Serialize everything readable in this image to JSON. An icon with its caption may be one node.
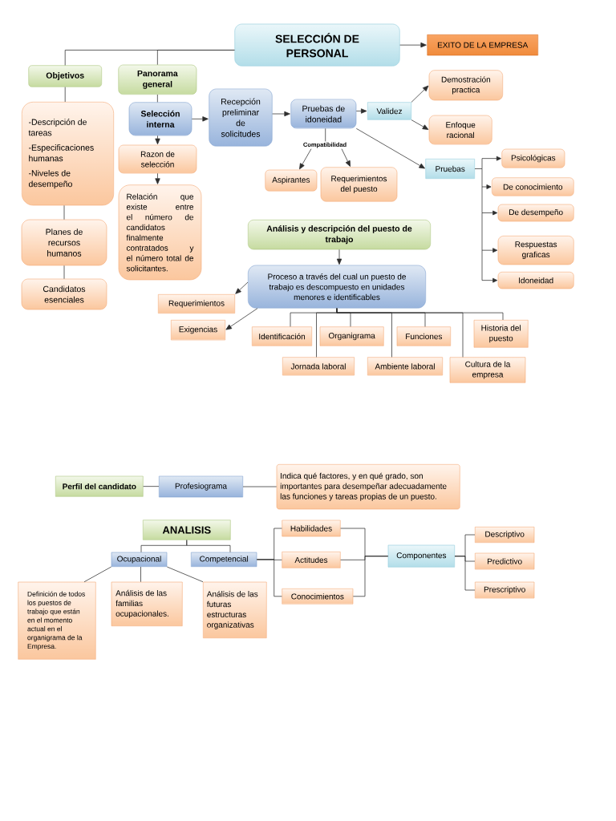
{
  "diagram": {
    "nodes": [
      {
        "text": [
          "SELECCIÓN DE PERSONAL"
        ]
      },
      {
        "text": [
          "EXITO DE LA EMPRESA"
        ]
      },
      {
        "text": [
          "Objetivos"
        ]
      },
      {
        "text": [
          "Panorama general"
        ]
      },
      {
        "text": [
          "-Descripción de tareas",
          "-Especificaciones humanas",
          "-Niveles de desempeño"
        ]
      },
      {
        "text": [
          "Selección interna"
        ]
      },
      {
        "text": [
          "Recepción preliminar de solicitudes"
        ]
      },
      {
        "text": [
          "Pruebas de idoneidad"
        ]
      },
      {
        "text": [
          "Validez"
        ]
      },
      {
        "text": [
          "Demostración practica"
        ]
      },
      {
        "text": [
          "Enfoque racional"
        ]
      },
      {
        "text": [
          "Compatibilidad"
        ]
      },
      {
        "text": [
          "Aspirantes"
        ]
      },
      {
        "text": [
          "Requerimientos del puesto"
        ]
      },
      {
        "text": [
          "Pruebas"
        ]
      },
      {
        "text": [
          "Psicológicas"
        ]
      },
      {
        "text": [
          "De conocimiento"
        ]
      },
      {
        "text": [
          "De desempeño"
        ]
      },
      {
        "text": [
          "Respuestas graficas"
        ]
      },
      {
        "text": [
          "Idoneidad"
        ]
      },
      {
        "text": [
          "Razon de selección"
        ]
      },
      {
        "text": [
          "Relación que existe entre el número de candidatos finalmente contratados y el número total de solicitantes."
        ]
      },
      {
        "text": [
          "Planes de recursos humanos"
        ]
      },
      {
        "text": [
          "Candidatos esenciales"
        ]
      },
      {
        "text": [
          "Análisis y descripción del puesto de trabajo"
        ]
      },
      {
        "text": [
          "Proceso a través del cual un puesto de trabajo es descompuesto en unidades menores e identificables"
        ]
      },
      {
        "text": [
          "Requerimientos"
        ]
      },
      {
        "text": [
          "Exigencias"
        ]
      },
      {
        "text": [
          "Identificación"
        ]
      },
      {
        "text": [
          "Organigrama"
        ]
      },
      {
        "text": [
          "Funciones"
        ]
      },
      {
        "text": [
          "Historia del puesto"
        ]
      },
      {
        "text": [
          "Jornada laboral"
        ]
      },
      {
        "text": [
          "Ambiente laboral"
        ]
      },
      {
        "text": [
          "Cultura de la empresa"
        ]
      },
      {
        "text": [
          "Perfil del candidato"
        ]
      },
      {
        "text": [
          "Profesiograma"
        ]
      },
      {
        "text": [
          "Indica qué factores, y en qué grado, son importantes para desempeñar adecuadamente las funciones y tareas propias de un puesto."
        ]
      },
      {
        "text": [
          "ANALISIS"
        ]
      },
      {
        "text": [
          "Ocupacional"
        ]
      },
      {
        "text": [
          "Competencial"
        ]
      },
      {
        "text": [
          "Definición de todos los puestos de trabajo que están en el momento actual en el organigrama de la Empresa."
        ]
      },
      {
        "text": [
          "Análisis de las familias ocupacionales."
        ]
      },
      {
        "text": [
          "Análisis de las futuras estructuras organizativas"
        ]
      },
      {
        "text": [
          "Habilidades"
        ]
      },
      {
        "text": [
          "Actitudes"
        ]
      },
      {
        "text": [
          "Conocimientos"
        ]
      },
      {
        "text": [
          "Componentes"
        ]
      },
      {
        "text": [
          "Descriptivo"
        ]
      },
      {
        "text": [
          "Predictivo"
        ]
      },
      {
        "text": [
          "Prescriptivo"
        ]
      }
    ],
    "edges": [
      {
        "from": 0,
        "to": 1,
        "arrow": "to"
      },
      {
        "from": 0,
        "to": 2,
        "arrow": "none"
      },
      {
        "from": 0,
        "to": 3,
        "arrow": "none"
      },
      {
        "from": 2,
        "to": 4,
        "arrow": "none"
      },
      {
        "from": 4,
        "to": 22,
        "arrow": "none"
      },
      {
        "from": 22,
        "to": 23,
        "arrow": "none"
      },
      {
        "from": 3,
        "to": 5,
        "arrow": "none"
      },
      {
        "from": 5,
        "to": 6,
        "arrow": "to"
      },
      {
        "from": 5,
        "to": 20,
        "arrow": "to"
      },
      {
        "from": 20,
        "to": 21,
        "arrow": "to"
      },
      {
        "from": 6,
        "to": 7,
        "arrow": "to"
      },
      {
        "from": 7,
        "to": 8,
        "arrow": "to"
      },
      {
        "from": 8,
        "to": 9,
        "arrow": "to"
      },
      {
        "from": 8,
        "to": 10,
        "arrow": "to"
      },
      {
        "from": 7,
        "to": 11,
        "arrow": "none"
      },
      {
        "from": 11,
        "to": 12,
        "arrow": "to"
      },
      {
        "from": 11,
        "to": 13,
        "arrow": "to"
      },
      {
        "from": 7,
        "to": 14,
        "arrow": "to"
      },
      {
        "from": 14,
        "to": 15,
        "arrow": "to"
      },
      {
        "from": 14,
        "to": 16,
        "arrow": "to"
      },
      {
        "from": 14,
        "to": 17,
        "arrow": "to"
      },
      {
        "from": 14,
        "to": 18,
        "arrow": "to"
      },
      {
        "from": 14,
        "to": 19,
        "arrow": "to"
      },
      {
        "from": 24,
        "to": 25,
        "arrow": "to"
      },
      {
        "from": 25,
        "to": 26,
        "arrow": "to"
      },
      {
        "from": 25,
        "to": 27,
        "arrow": "to"
      },
      {
        "from": 25,
        "to": 28,
        "arrow": "none"
      },
      {
        "from": 25,
        "to": 29,
        "arrow": "none"
      },
      {
        "from": 25,
        "to": 30,
        "arrow": "none"
      },
      {
        "from": 25,
        "to": 31,
        "arrow": "none"
      },
      {
        "from": 25,
        "to": 32,
        "arrow": "none"
      },
      {
        "from": 25,
        "to": 33,
        "arrow": "none"
      },
      {
        "from": 25,
        "to": 34,
        "arrow": "none"
      },
      {
        "from": 35,
        "to": 36,
        "arrow": "none"
      },
      {
        "from": 36,
        "to": 37,
        "arrow": "none"
      },
      {
        "from": 38,
        "to": 39,
        "arrow": "none"
      },
      {
        "from": 38,
        "to": 40,
        "arrow": "none"
      },
      {
        "from": 39,
        "to": 41,
        "arrow": "none"
      },
      {
        "from": 39,
        "to": 42,
        "arrow": "none"
      },
      {
        "from": 39,
        "to": 43,
        "arrow": "none"
      },
      {
        "from": 40,
        "to": 44,
        "arrow": "none"
      },
      {
        "from": 40,
        "to": 45,
        "arrow": "none"
      },
      {
        "from": 40,
        "to": 46,
        "arrow": "none"
      },
      {
        "from": 44,
        "to": 47,
        "arrow": "none"
      },
      {
        "from": 45,
        "to": 47,
        "arrow": "none"
      },
      {
        "from": 46,
        "to": 47,
        "arrow": "none"
      },
      {
        "from": 47,
        "to": 48,
        "arrow": "none"
      },
      {
        "from": 47,
        "to": 49,
        "arrow": "none"
      },
      {
        "from": 47,
        "to": 50,
        "arrow": "none"
      }
    ]
  }
}
